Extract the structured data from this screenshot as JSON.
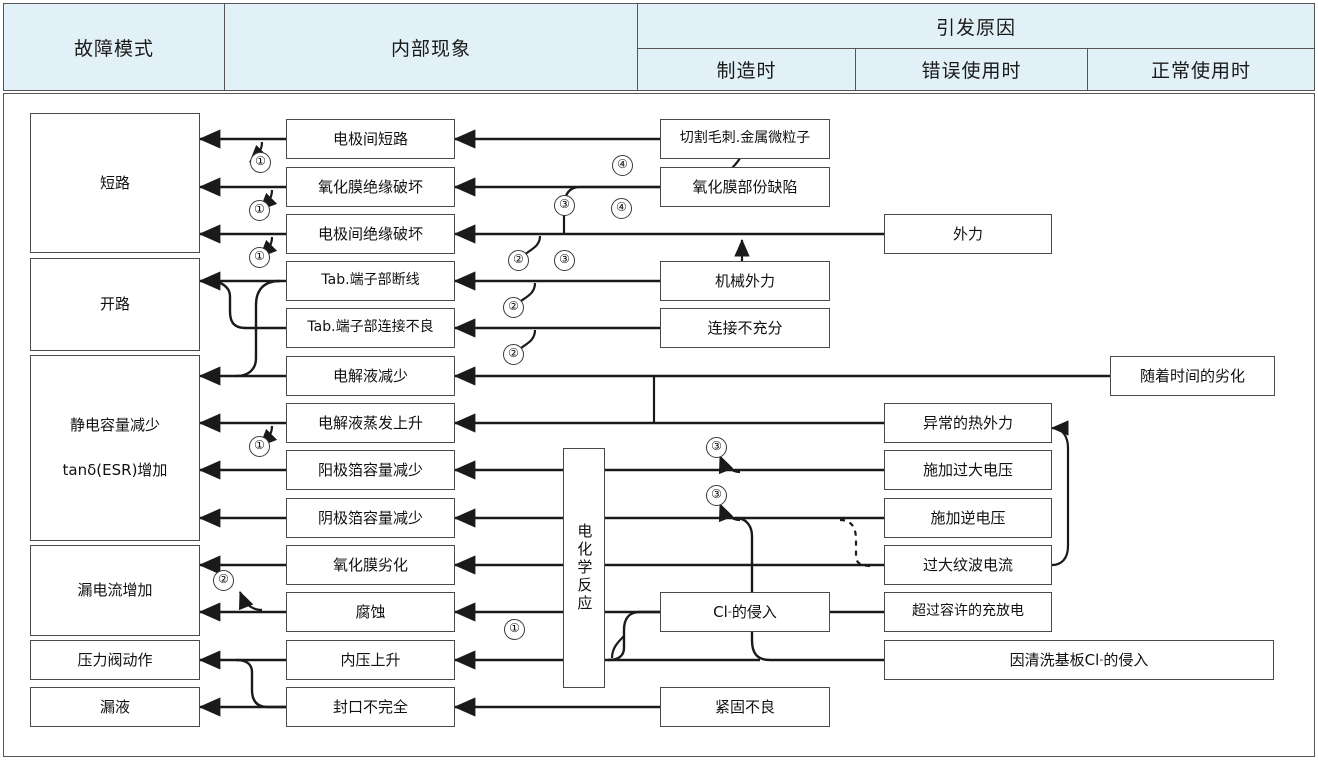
{
  "header": {
    "col_failure_mode": "故障模式",
    "col_internal_phenomena": "内部现象",
    "col_causes": "引发原因",
    "sub_manufacturing": "制造时",
    "sub_misuse": "错误使用时",
    "sub_normal": "正常使用时"
  },
  "colors": {
    "header_bg": "#e2f1f8",
    "border": "#555555",
    "box_border": "#4a4a4a",
    "line": "#1a1a1a",
    "page_bg": "#ffffff"
  },
  "failure_modes": [
    {
      "label": "短路"
    },
    {
      "label": "开路"
    },
    {
      "label_line1": "静电容量减少",
      "label_line2": "tanδ(ESR)增加"
    },
    {
      "label": "漏电流增加"
    },
    {
      "label": "压力阀动作"
    },
    {
      "label": "漏液"
    }
  ],
  "internal_phenomena": [
    {
      "label": "电极间短路"
    },
    {
      "label": "氧化膜绝缘破坏"
    },
    {
      "label": "电极间绝缘破坏"
    },
    {
      "label": "Tab.端子部断线"
    },
    {
      "label": "Tab.端子部连接不良"
    },
    {
      "label": "电解液减少"
    },
    {
      "label": "电解液蒸发上升"
    },
    {
      "label": "阳极箔容量减少"
    },
    {
      "label": "阴极箔容量减少"
    },
    {
      "label": "氧化膜劣化"
    },
    {
      "label": "腐蚀"
    },
    {
      "label": "内压上升"
    },
    {
      "label": "封口不完全"
    }
  ],
  "causes_manufacturing": [
    {
      "label": "切割毛刺.金属微粒子"
    },
    {
      "label": "氧化膜部份缺陷"
    },
    {
      "label": "机械外力"
    },
    {
      "label": "连接不充分"
    },
    {
      "label": "紧固不良"
    }
  ],
  "causes_misuse": [
    {
      "label": "外力"
    },
    {
      "label": "异常的热外力"
    },
    {
      "label": "施加过大电压"
    },
    {
      "label": "施加逆电压"
    },
    {
      "label": "过大纹波电流"
    },
    {
      "label": "超过容许的充放电"
    },
    {
      "label_pre": "因清洗基板Cl",
      "label_sup": "-",
      "label_post": "的侵入"
    }
  ],
  "causes_normal": [
    {
      "label": "随着时间的劣化"
    }
  ],
  "intermediate": [
    {
      "label": "电化学反应"
    },
    {
      "label_pre": "Cl",
      "label_sup": "-",
      "label_post": "的侵入"
    }
  ],
  "markers": [
    {
      "num": "①"
    },
    {
      "num": "①"
    },
    {
      "num": "①"
    },
    {
      "num": "①"
    },
    {
      "num": "①"
    },
    {
      "num": "②"
    },
    {
      "num": "②"
    },
    {
      "num": "②"
    },
    {
      "num": "②"
    },
    {
      "num": "③"
    },
    {
      "num": "③"
    },
    {
      "num": "③"
    },
    {
      "num": "③"
    },
    {
      "num": "④"
    },
    {
      "num": "④"
    }
  ]
}
